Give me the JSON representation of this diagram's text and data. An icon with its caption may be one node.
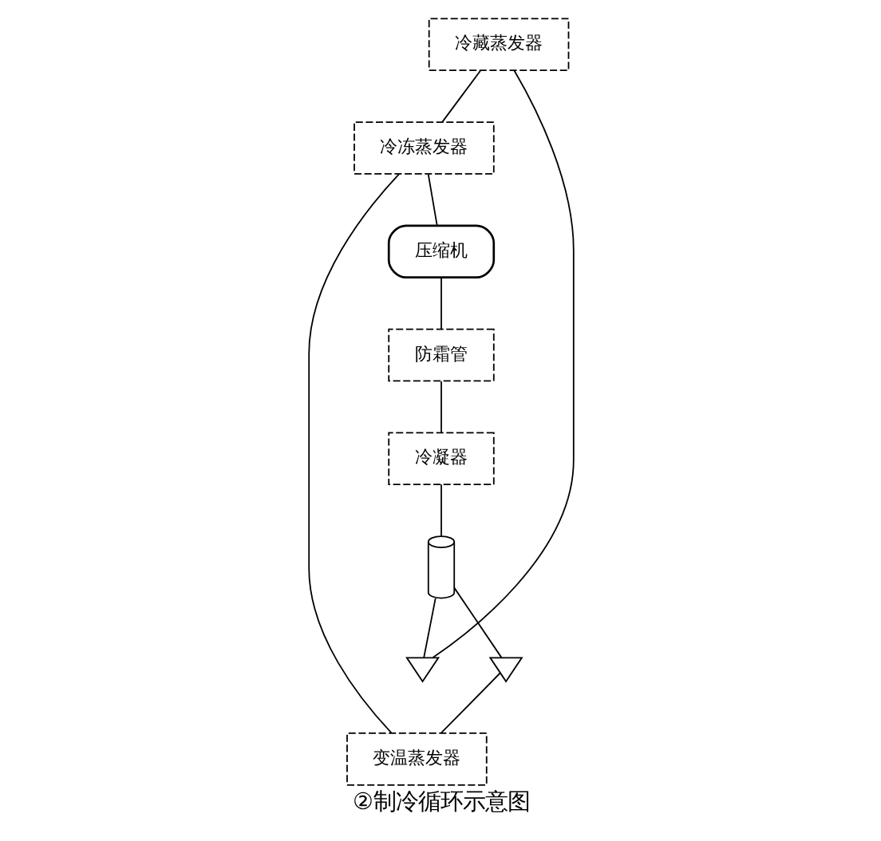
{
  "diagram": {
    "caption": "②制冷循环示意图",
    "nodes": [
      {
        "text": [
          "冷藏蒸发器"
        ]
      },
      {
        "text": [
          "变温蒸发器"
        ]
      },
      {
        "text": [
          "冷冻蒸发器"
        ]
      },
      {
        "text": [
          "冷凝器"
        ]
      },
      {
        "text": [
          "防霜管"
        ]
      },
      {
        "text": [
          "压缩机"
        ]
      },
      {
        "text": [],
        "shape": "valve"
      },
      {
        "text": [],
        "shape": "valve"
      },
      {
        "text": [],
        "shape": "cylinder"
      }
    ],
    "edges": [
      {
        "from": 5,
        "to": 4,
        "arrow": "none"
      },
      {
        "from": 4,
        "to": 3,
        "arrow": "none"
      },
      {
        "from": 3,
        "to": 8,
        "arrow": "none"
      },
      {
        "from": 8,
        "to": 7,
        "arrow": "none"
      },
      {
        "from": 8,
        "to": 6,
        "arrow": "none"
      },
      {
        "from": 6,
        "to": 0,
        "arrow": "none"
      },
      {
        "from": 7,
        "to": 1,
        "arrow": "none"
      },
      {
        "from": 0,
        "to": 2,
        "arrow": "none"
      },
      {
        "from": 1,
        "to": 2,
        "arrow": "none"
      },
      {
        "from": 2,
        "to": 5,
        "arrow": "none"
      }
    ]
  }
}
